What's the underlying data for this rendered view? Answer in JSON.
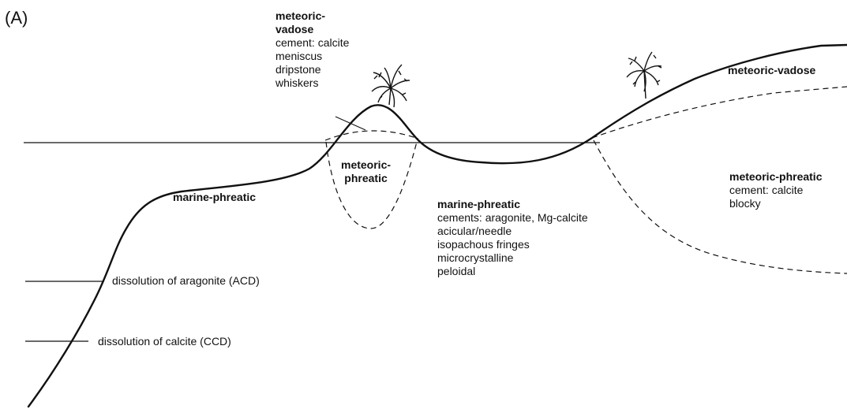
{
  "panel_label": "(A)",
  "zones": {
    "meteoric_vadose_left": {
      "title_line1": "meteoric-",
      "title_line2": "vadose",
      "lines": [
        "cement: calcite",
        "meniscus",
        "dripstone",
        "whiskers"
      ]
    },
    "meteoric_vadose_right": {
      "title": "meteoric-vadose"
    },
    "meteoric_phreatic_lens": {
      "line1": "meteoric-",
      "line2": "phreatic"
    },
    "meteoric_phreatic_right": {
      "title": "meteoric-phreatic",
      "lines": [
        "cement: calcite",
        "blocky"
      ]
    },
    "marine_phreatic_left": {
      "title": "marine-phreatic"
    },
    "marine_phreatic_center": {
      "title": "marine-phreatic",
      "lines": [
        "cements: aragonite, Mg-calcite",
        "acicular/needle",
        "isopachous fringes",
        "microcrystalline",
        "peloidal"
      ]
    }
  },
  "depth_markers": {
    "acd": "dissolution of aragonite (ACD)",
    "ccd": "dissolution of calcite (CCD)"
  }
}
